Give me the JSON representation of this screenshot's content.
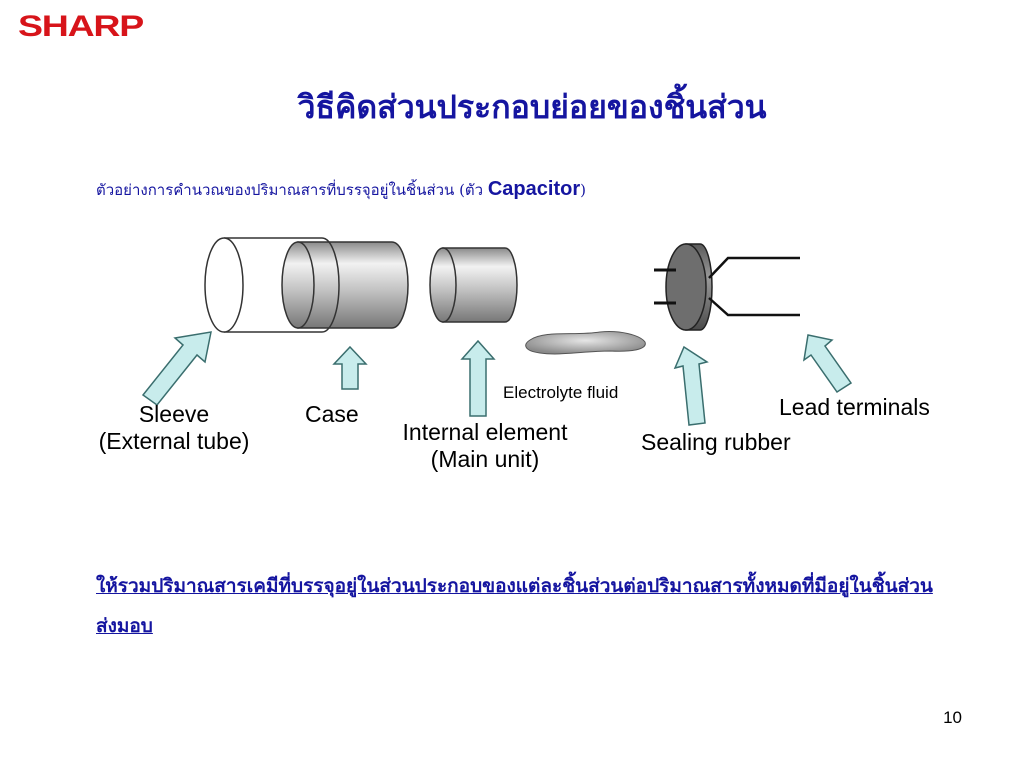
{
  "brand": {
    "logo_text": "SHARP",
    "color": "#d7141a"
  },
  "title": "วิธีคิดส่วนประกอบย่อยของชิ้นส่วน",
  "subtitle": {
    "prefix": "ตัวอย่างการคำนวณของปริมาณสารที่บรรจุอยู่ในชิ้นส่วน (ตัว ",
    "capacitor": "Capacitor",
    "suffix": ")"
  },
  "labels": {
    "sleeve_line1": "Sleeve",
    "sleeve_line2": "(External tube)",
    "case": "Case",
    "internal_line1": "Internal element",
    "internal_line2": "(Main unit)",
    "electrolyte": "Electrolyte fluid",
    "sealing": "Sealing rubber",
    "lead": "Lead terminals"
  },
  "note": "ให้รวมปริมาณสารเคมีที่บรรจุอยู่ในส่วนประกอบของแต่ละชิ้นส่วนต่อปริมาณสารทั้งหมดที่มีอยู่ในชิ้นส่วนส่งมอบ",
  "page_number": "10",
  "colors": {
    "text_blue": "#1515a0",
    "arrow_fill": "#c8ecec",
    "arrow_stroke": "#3a6e6e"
  }
}
